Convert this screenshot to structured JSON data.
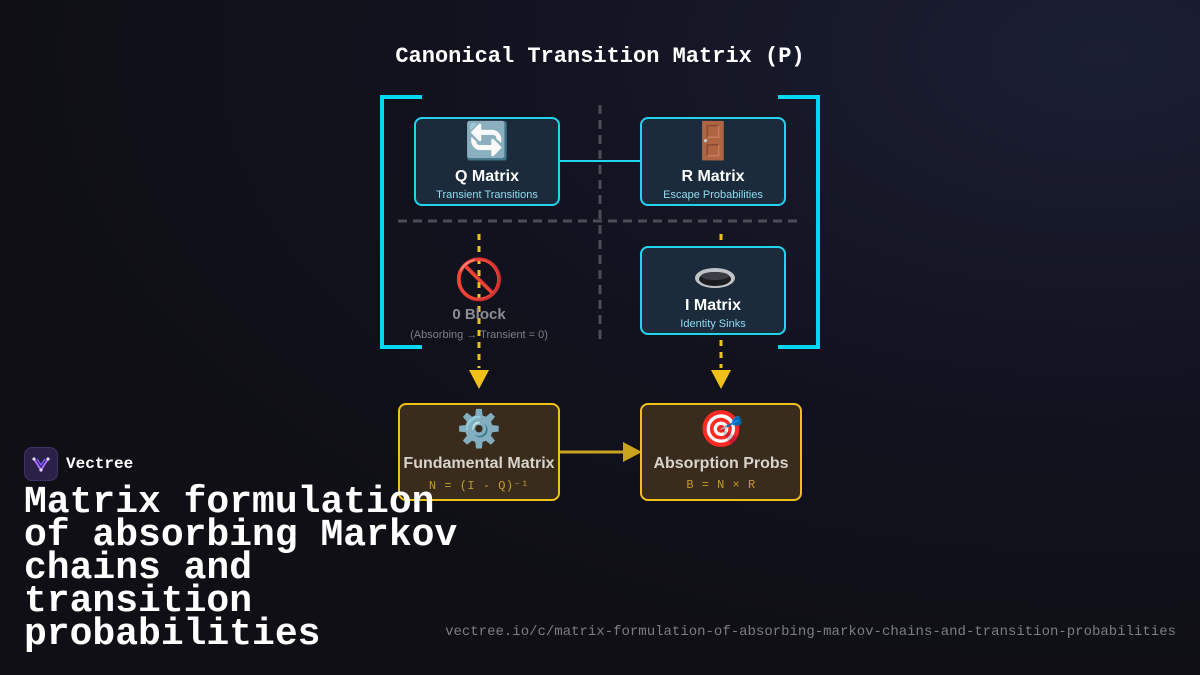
{
  "diagram": {
    "title": "Canonical Transition Matrix (P)",
    "q_matrix": {
      "icon": "🔄",
      "icon_name": "cycle-arrows-icon",
      "label": "Q Matrix",
      "sub": "Transient Transitions"
    },
    "r_matrix": {
      "icon": "🚪",
      "icon_name": "door-icon",
      "label": "R Matrix",
      "sub": "Escape Probabilities"
    },
    "zero_block": {
      "icon": "🚫",
      "icon_name": "prohibited-icon",
      "label": "0 Block",
      "sub": "(Absorbing → Transient = 0)"
    },
    "i_matrix": {
      "icon_name": "hole-icon",
      "label": "I Matrix",
      "sub": "Identity Sinks"
    },
    "fundamental": {
      "icon": "⚙️",
      "icon_name": "gear-icon",
      "label": "Fundamental Matrix",
      "formula": "N = (I - Q)⁻¹"
    },
    "absorption": {
      "icon": "🎯",
      "icon_name": "target-icon",
      "label": "Absorption Probs",
      "formula": "B = N × R"
    }
  },
  "brand": {
    "name": "Vectree",
    "icon_name": "vectree-logo-icon"
  },
  "headline": "Matrix formulation of absorbing Markov chains and transition probabilities",
  "url": "vectree.io/c/matrix-formulation-of-absorbing-markov-chains-and-transition-probabilities",
  "colors": {
    "background": "#0f0f15",
    "bracket": "#00d8f5",
    "cyan_border": "#22d3ee",
    "gold_border": "#f2c119",
    "arrow": "#f2c119",
    "dashed_divider": "#4a4d55"
  }
}
